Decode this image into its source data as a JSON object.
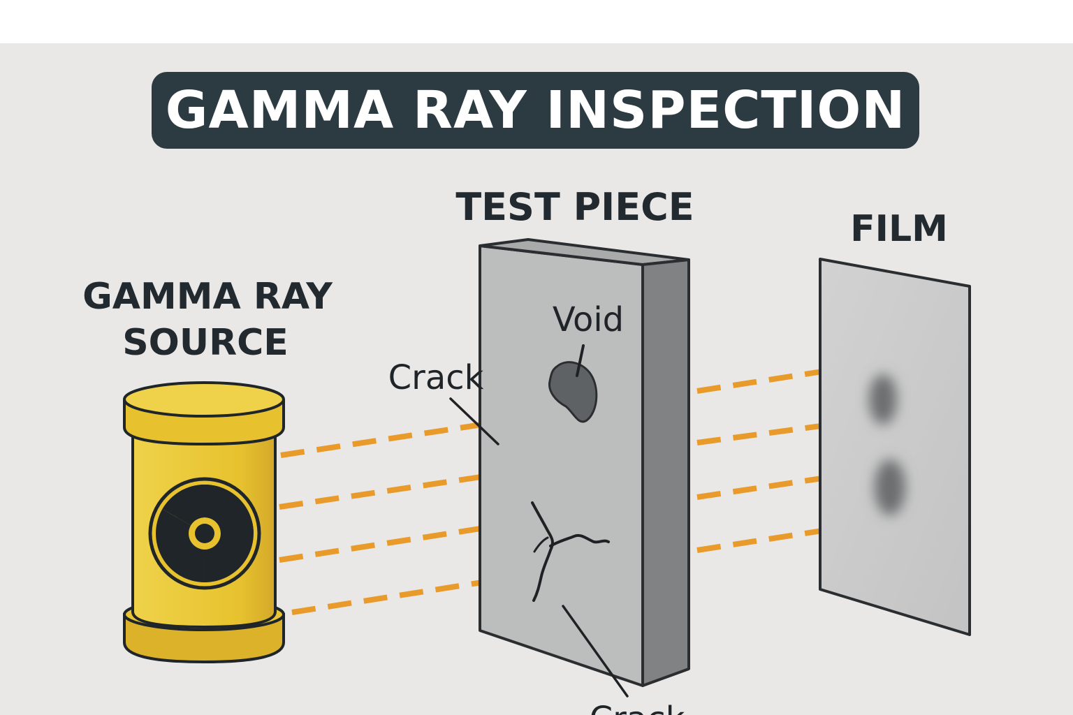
{
  "title": "GAMMA RAY INSPECTION",
  "labels": {
    "source_line1": "GAMMA RAY",
    "source_line2": "SOURCE",
    "test_piece": "TEST PIECE",
    "film": "FILM",
    "void": "Void",
    "crack_top": "Crack",
    "crack_bottom": "Crack"
  },
  "icons": {
    "source": "radiation-canister-icon",
    "radiation": "radiation-trefoil-icon"
  },
  "colors": {
    "title_bg": "#2c3a42",
    "canister": "#e7c22e",
    "beam": "#e89a2a",
    "test_piece": "#bcbdbd",
    "film": "#c9c9c9",
    "background": "#e9e8e6"
  }
}
